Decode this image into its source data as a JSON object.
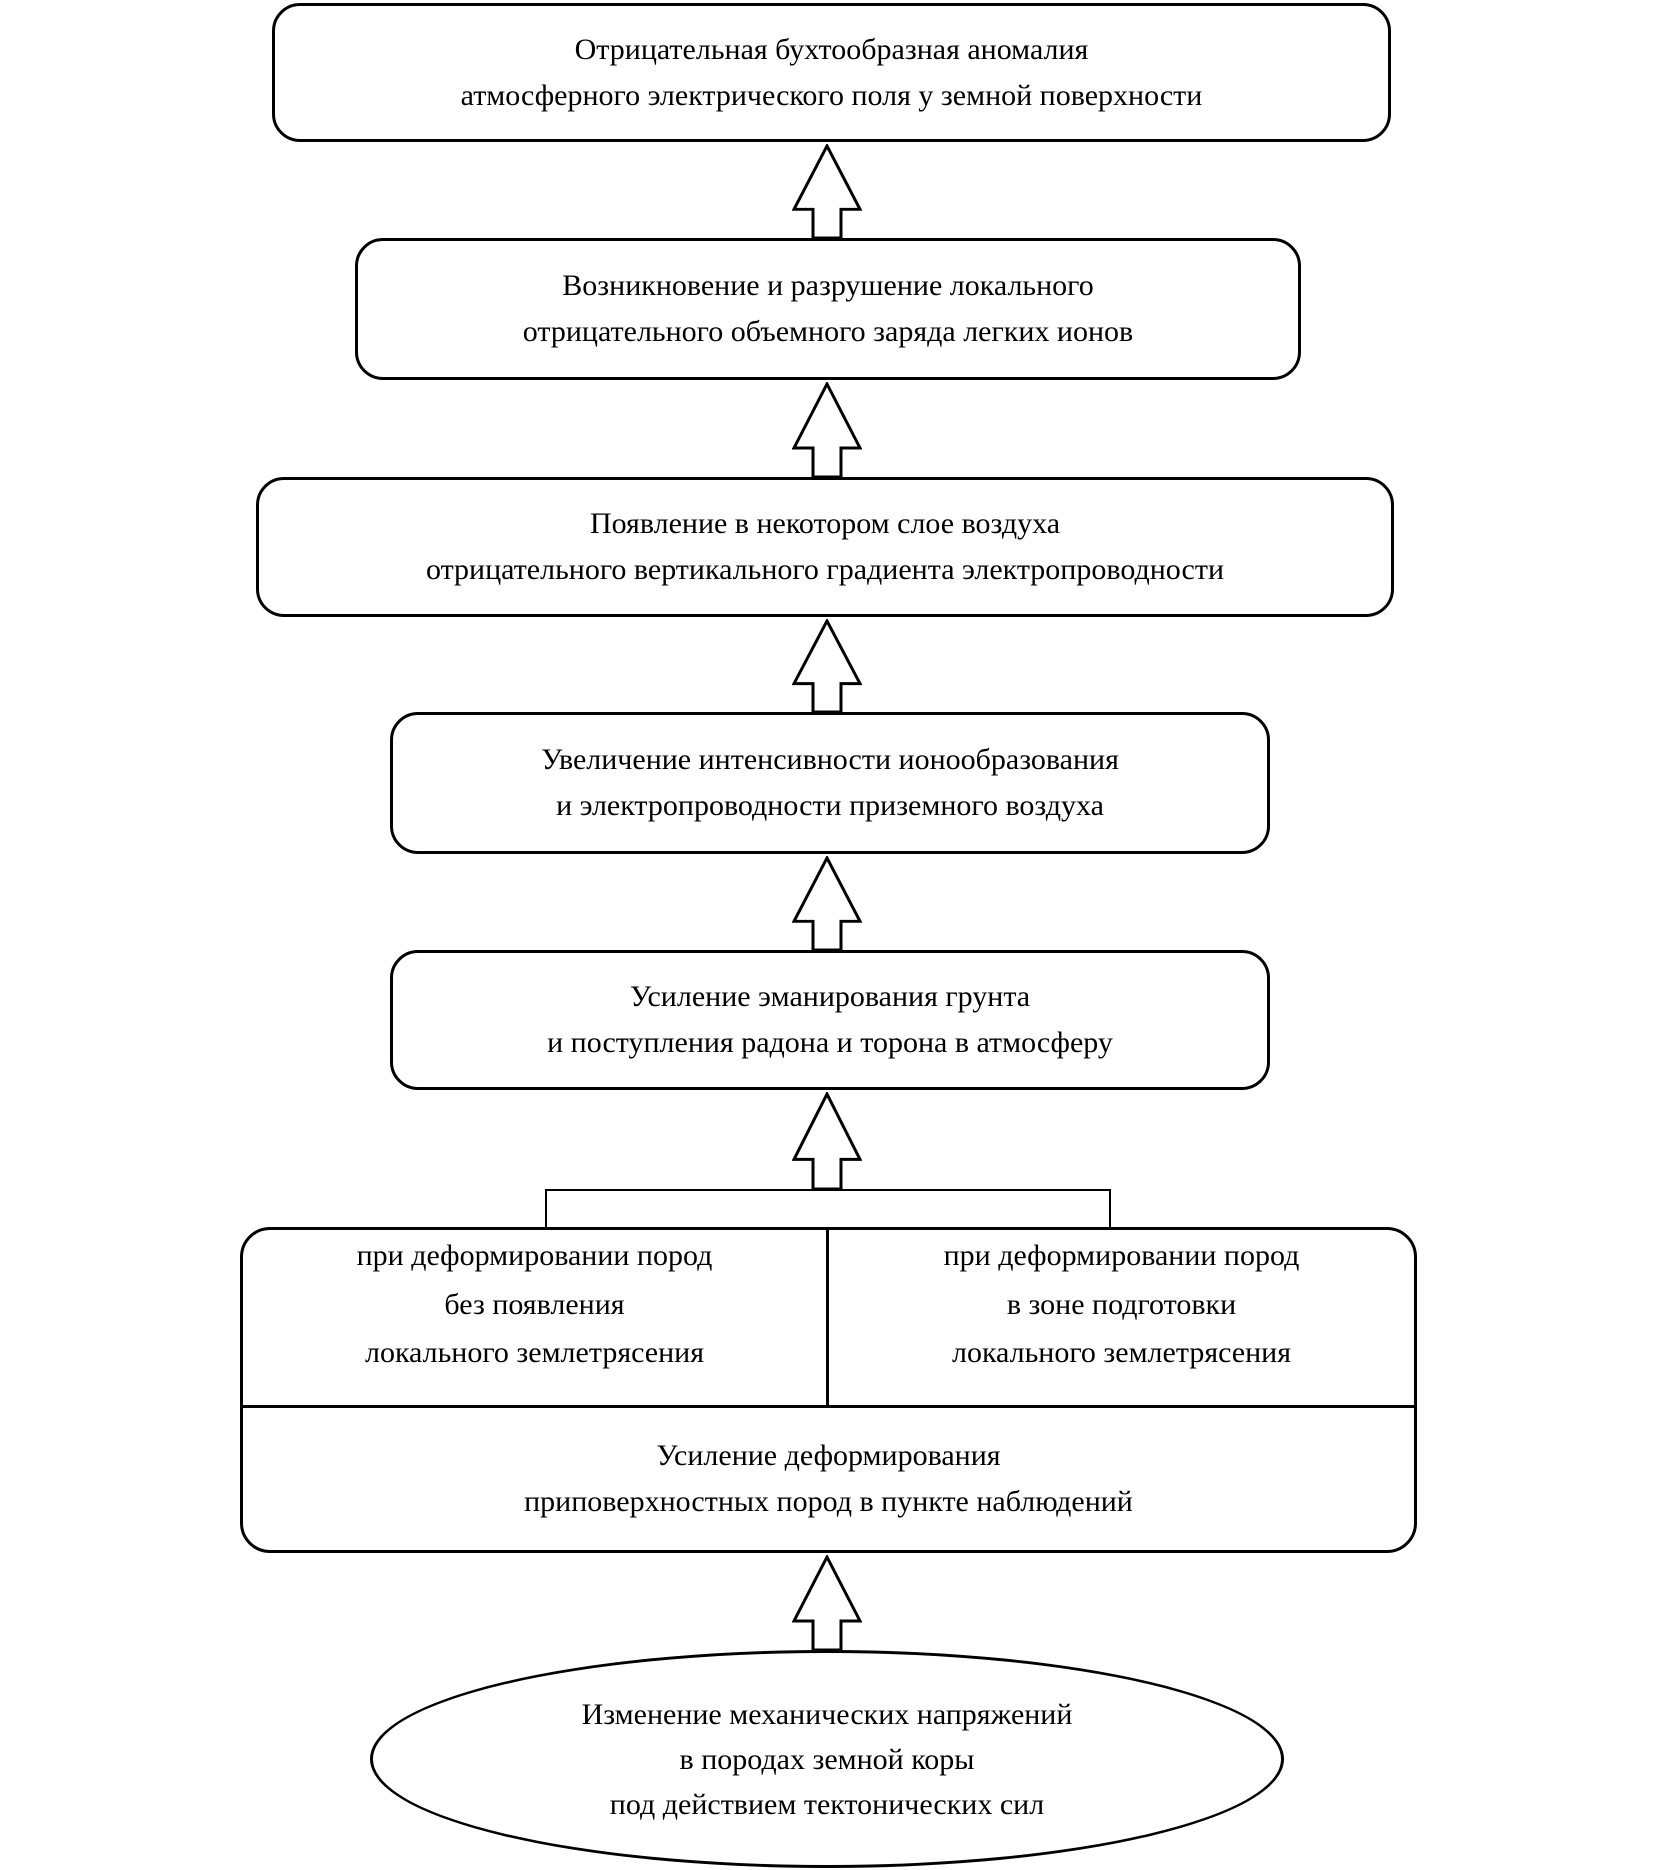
{
  "diagram": {
    "colors": {
      "stroke": "#000000",
      "fill": "#ffffff",
      "background": "#ffffff"
    },
    "chain_boxes": [
      {
        "id": "atmospheric-field-anomaly",
        "lines": [
          "Отрицательная бухтообразная аномалия",
          "атмосферного электрического поля у земной поверхности"
        ]
      },
      {
        "id": "space-charge",
        "lines": [
          "Возникновение и разрушение локального",
          "отрицательного объемного заряда легких ионов"
        ]
      },
      {
        "id": "conductivity-gradient",
        "lines": [
          "Появление в некотором слое воздуха",
          "отрицательного вертикального градиента электропроводности"
        ]
      },
      {
        "id": "ionization-increase",
        "lines": [
          "Увеличение интенсивности ионообразования",
          "и электропроводности приземного воздуха"
        ]
      },
      {
        "id": "radon-emanation",
        "lines": [
          "Усиление эманирования грунта",
          "и поступления радона и торона в атмосферу"
        ]
      }
    ],
    "split_box": {
      "left_cell": {
        "lines": [
          "при деформировании пород",
          "без появления",
          "локального землетрясения"
        ]
      },
      "right_cell": {
        "lines": [
          "при деформировании пород",
          "в зоне подготовки",
          "локального землетрясения"
        ]
      },
      "bottom_cell": {
        "lines": [
          "Усиление деформирования",
          "приповерхностных пород в пункте наблюдений"
        ]
      }
    },
    "source_ellipse": {
      "lines": [
        "Изменение механических напряжений",
        "в породах земной коры",
        "под действием тектонических сил"
      ]
    }
  }
}
